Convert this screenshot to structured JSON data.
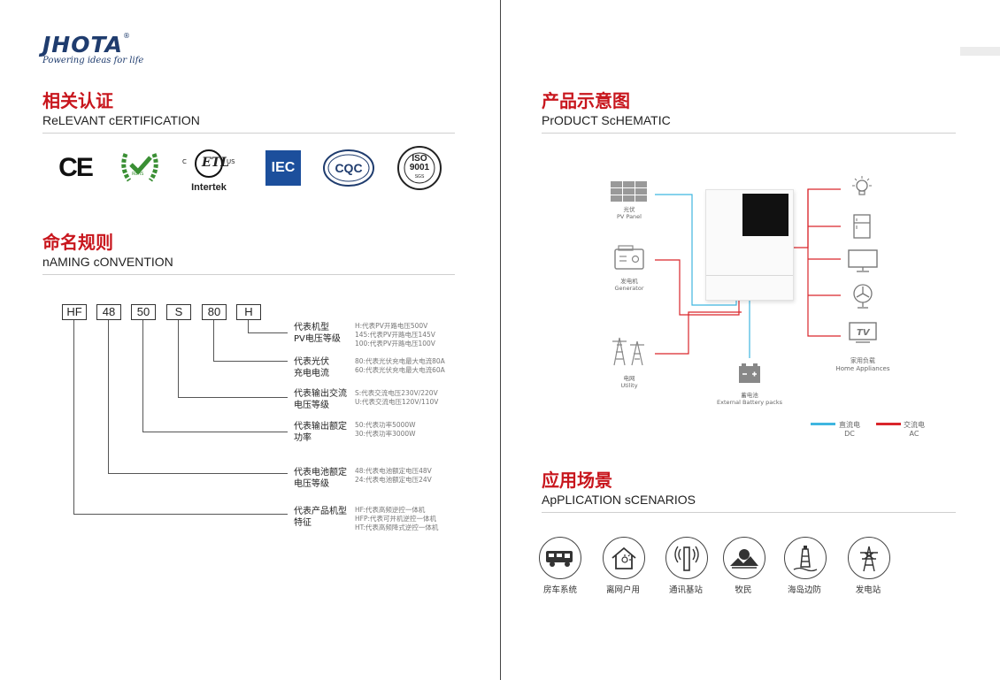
{
  "logo": {
    "brand": "JHOTA",
    "reg": "®",
    "tagline": "Powering ideas for life"
  },
  "certification": {
    "title_cn": "相关认证",
    "title_en": "ReLEVANT cERTIFICATION",
    "marks": [
      {
        "name": "ce-mark",
        "text": "CE"
      },
      {
        "name": "rohs-mark",
        "text": "RoHS"
      },
      {
        "name": "etl-mark",
        "text": "ETL",
        "sub_left": "C",
        "sub_right": "US",
        "caption": "Intertek"
      },
      {
        "name": "iec-mark",
        "text": "IEC"
      },
      {
        "name": "cqc-mark",
        "text": "CQC"
      },
      {
        "name": "iso-mark",
        "text": "ISO",
        "number": "9001",
        "caption": "SGS"
      }
    ]
  },
  "naming": {
    "title_cn": "命名规则",
    "title_en": "nAMING cONVENTION",
    "codes": [
      "HF",
      "48",
      "50",
      "S",
      "80",
      "H"
    ],
    "rows": [
      {
        "desc": [
          "代表机型",
          "PV电压等级"
        ],
        "expl": [
          "H:代表PV开路电压500V",
          "145:代表PV开路电压145V",
          "100:代表PV开路电压100V"
        ]
      },
      {
        "desc": [
          "代表光伏",
          "充电电流"
        ],
        "expl": [
          "80:代表光伏充电最大电流80A",
          "60:代表光伏充电最大电流60A"
        ]
      },
      {
        "desc": [
          "代表输出交流",
          "电压等级"
        ],
        "expl": [
          "S:代表交流电压230V/220V",
          "U:代表交流电压120V/110V"
        ]
      },
      {
        "desc": [
          "代表输出额定",
          "功率"
        ],
        "expl": [
          "50:代表功率5000W",
          "30:代表功率3000W"
        ]
      },
      {
        "desc": [
          "代表电池额定",
          "电压等级"
        ],
        "expl": [
          "48:代表电池额定电压48V",
          "24:代表电池额定电压24V"
        ]
      },
      {
        "desc": [
          "代表产品机型",
          "特征"
        ],
        "expl": [
          "HF:代表高频逆控一体机",
          "HFP:代表可并机逆控一体机",
          "HT:代表高频降式逆控一体机"
        ]
      }
    ]
  },
  "schematic": {
    "title_cn": "产品示意图",
    "title_en": "PrODUCT ScHEMATIC",
    "pv_cn": "光伏",
    "pv_en": "PV Panel",
    "gen_cn": "发电机",
    "gen_en": "Generator",
    "utility_cn": "电网",
    "utility_en": "Utility",
    "battery_cn": "蓄电池",
    "battery_en": "External Battery packs",
    "home_cn": "家用负载",
    "home_en": "Home Appliances",
    "legend_dc_cn": "直流电",
    "legend_dc_en": "DC",
    "legend_ac_cn": "交流电",
    "legend_ac_en": "AC",
    "dc_color": "#3fb6e0",
    "ac_color": "#d9262b"
  },
  "scenarios": {
    "title_cn": "应用场景",
    "title_en": "ApPLICATION sCENARIOS",
    "items": [
      {
        "icon": "rv-icon",
        "label": "房车系统"
      },
      {
        "icon": "house-solar-icon",
        "label": "离网户用"
      },
      {
        "icon": "antenna-icon",
        "label": "通讯基站"
      },
      {
        "icon": "pasture-icon",
        "label": "牧民"
      },
      {
        "icon": "lighthouse-icon",
        "label": "海岛边防"
      },
      {
        "icon": "power-tower-icon",
        "label": "发电站"
      }
    ]
  }
}
